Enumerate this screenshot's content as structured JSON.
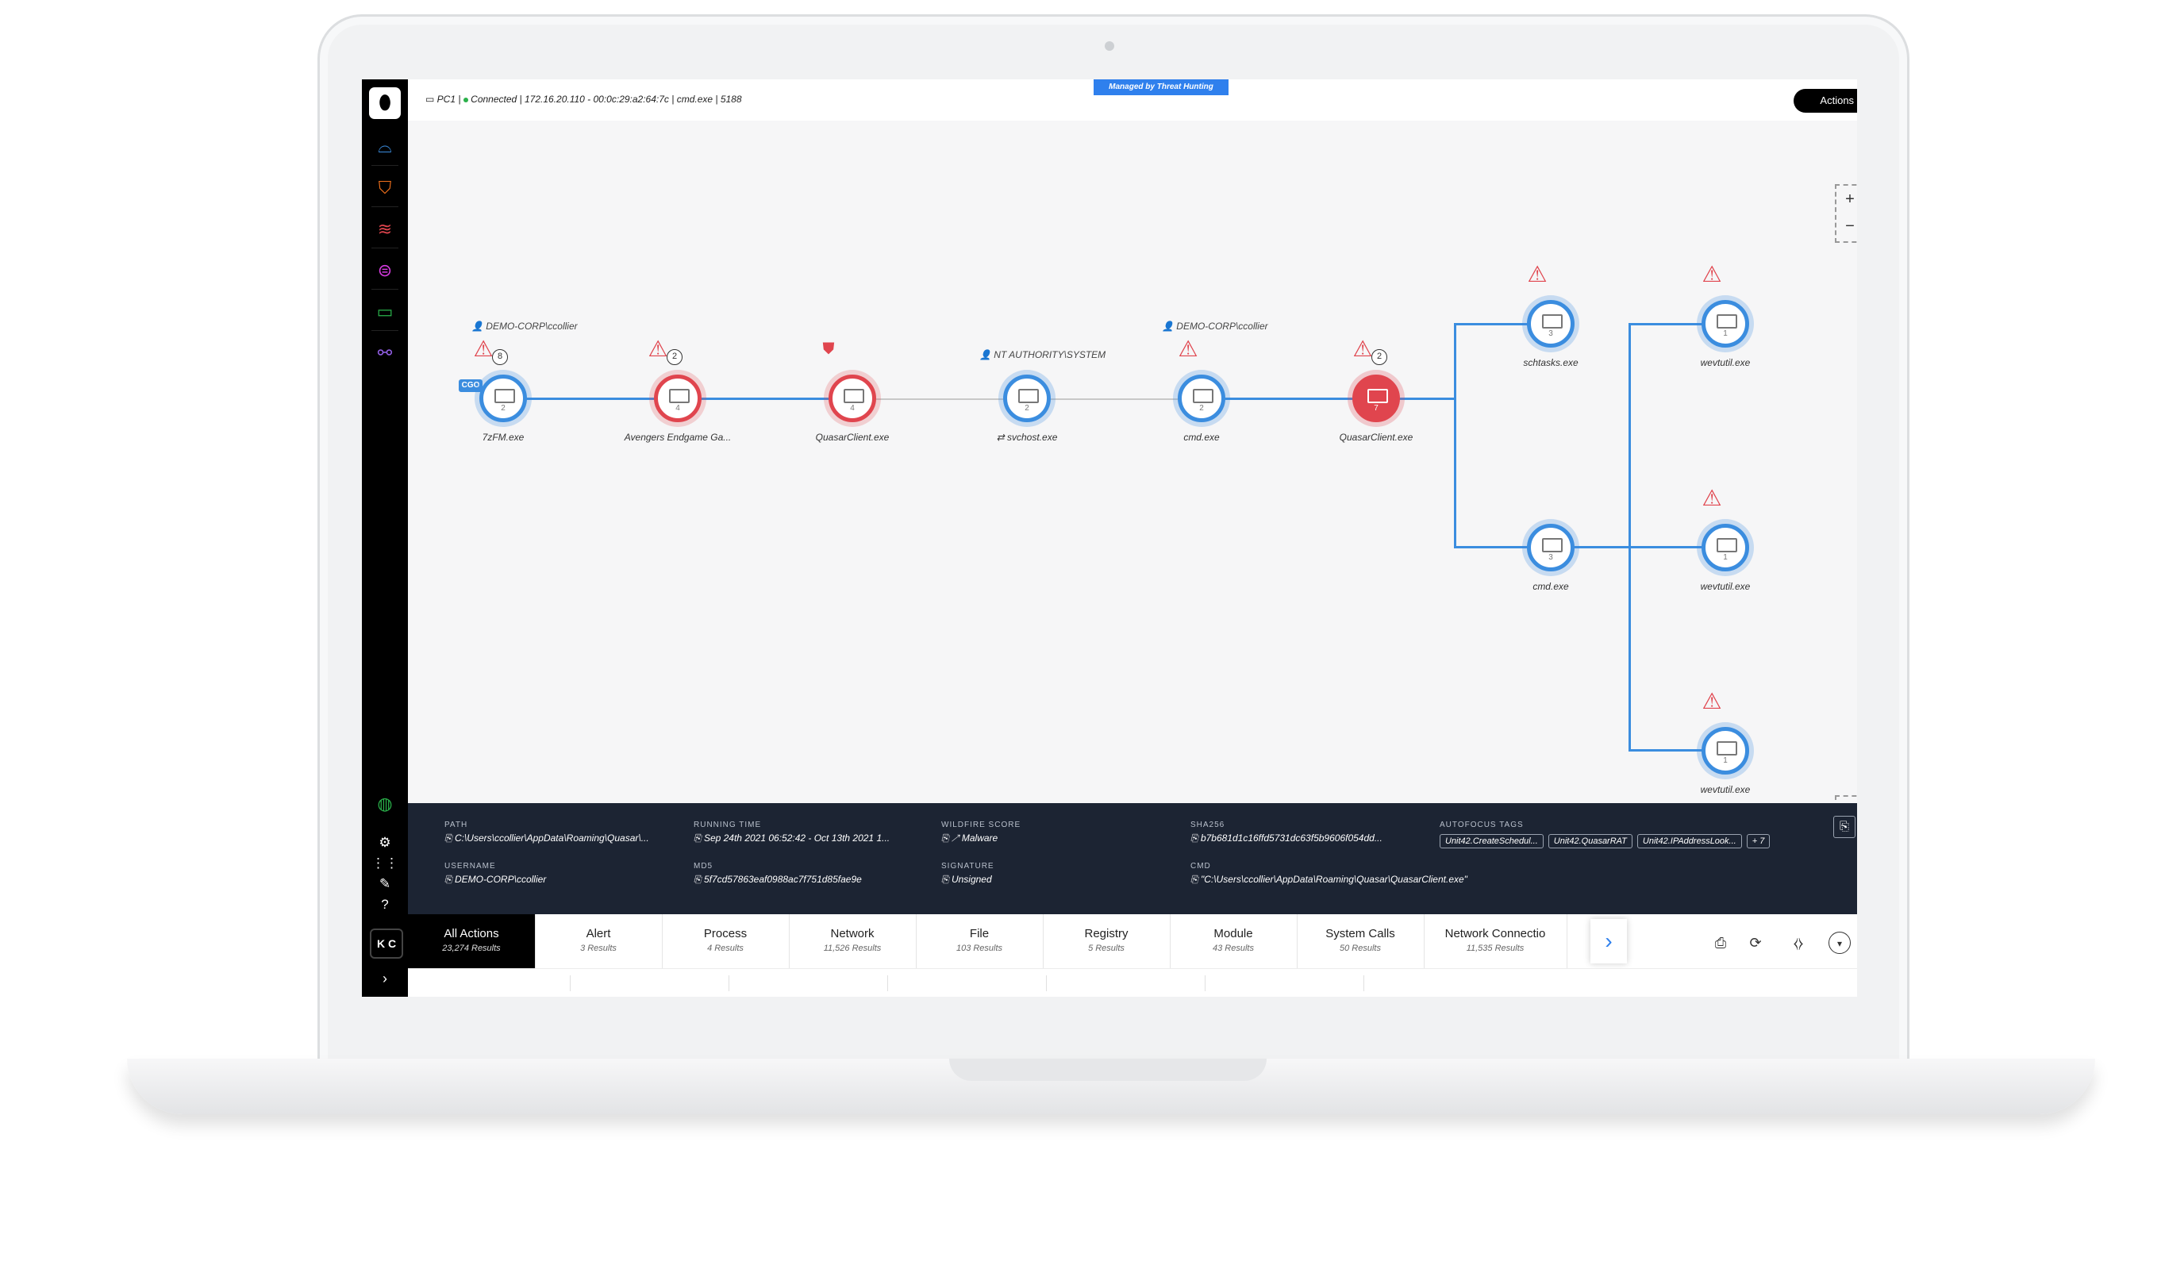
{
  "header": {
    "host_info": "PC1 | ",
    "status_text": "Connected",
    "host_details": " | 172.16.20.110 - 00:0c:29:a2:64:7c | cmd.exe | 5188",
    "managed_badge": "Managed by Threat Hunting",
    "actions_label": "Actions ⌄"
  },
  "sidebar": {
    "logo": "⬮",
    "icons": [
      "dashboard-icon",
      "shield-icon",
      "incident-icon",
      "investigate-icon",
      "assets-icon",
      "modules-icon"
    ],
    "avatar_initials": "K C",
    "expand": "›"
  },
  "canvas": {
    "zoom_in": "+",
    "zoom_out": "−",
    "fit": "◈",
    "nodes": [
      {
        "label": "7zFM.exe",
        "count": "2",
        "alert_count": "8"
      },
      {
        "label": "Avengers Endgame Ga...",
        "count": "4",
        "alert_count": "2"
      },
      {
        "label": "QuasarClient.exe",
        "count": "4"
      },
      {
        "label": "svchost.exe",
        "count": "2"
      },
      {
        "label": "cmd.exe",
        "count": "2"
      },
      {
        "label": "QuasarClient.exe",
        "count": "7",
        "alert_count": "2"
      },
      {
        "label": "schtasks.exe",
        "count": "3"
      },
      {
        "label": "cmd.exe",
        "count": "3"
      },
      {
        "label": "wevtutil.exe",
        "count": "1"
      },
      {
        "label": "wevtutil.exe",
        "count": "1"
      },
      {
        "label": "wevtutil.exe",
        "count": "1"
      }
    ],
    "users": {
      "u1": "DEMO-CORP\\ccollier",
      "u2": "NT AUTHORITY\\SYSTEM",
      "u3": "DEMO-CORP\\ccollier"
    },
    "cgo_tag": "CGO"
  },
  "details": {
    "path_label": "PATH",
    "path": "C:\\Users\\ccollier\\AppData\\Roaming\\Quasar\\...",
    "running_label": "RUNNING TIME",
    "running": "Sep 24th 2021 06:52:42 - Oct 13th 2021 1...",
    "wildfire_label": "WILDFIRE SCORE",
    "wildfire": "Malware",
    "sha_label": "SHA256",
    "sha": "b7b681d1c16ffd5731dc63f5b9606f054dd...",
    "autofocus_label": "AUTOFOCUS TAGS",
    "tags": [
      "Unit42.CreateSchedul...",
      "Unit42.QuasarRAT",
      "Unit42.IPAddressLook..."
    ],
    "tags_more": "+ 7",
    "username_label": "USERNAME",
    "username": "DEMO-CORP\\ccollier",
    "md5_label": "MD5",
    "md5": "5f7cd57863eaf0988ac7f751d85fae9e",
    "signature_label": "SIGNATURE",
    "signature": "Unsigned",
    "cmd_label": "CMD",
    "cmd": "\"C:\\Users\\ccollier\\AppData\\Roaming\\Quasar\\QuasarClient.exe\""
  },
  "tabs": [
    {
      "title": "All Actions",
      "sub": "23,274 Results"
    },
    {
      "title": "Alert",
      "sub": "3 Results"
    },
    {
      "title": "Process",
      "sub": "4 Results"
    },
    {
      "title": "Network",
      "sub": "11,526 Results"
    },
    {
      "title": "File",
      "sub": "103 Results"
    },
    {
      "title": "Registry",
      "sub": "5 Results"
    },
    {
      "title": "Module",
      "sub": "43 Results"
    },
    {
      "title": "System Calls",
      "sub": "50 Results"
    },
    {
      "title": "Network Connectio",
      "sub": "11,535 Results"
    }
  ],
  "tab_next": "›",
  "colors": {
    "accent": "#3b8ddf",
    "alert": "#e0454e",
    "panel": "#1c2433"
  }
}
